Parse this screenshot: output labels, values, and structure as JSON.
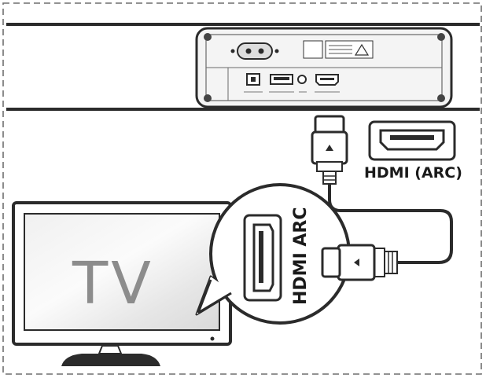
{
  "labels": {
    "soundbar_port": "HDMI (ARC)",
    "tv_screen": "TV",
    "tv_port": "HDMI ARC"
  }
}
